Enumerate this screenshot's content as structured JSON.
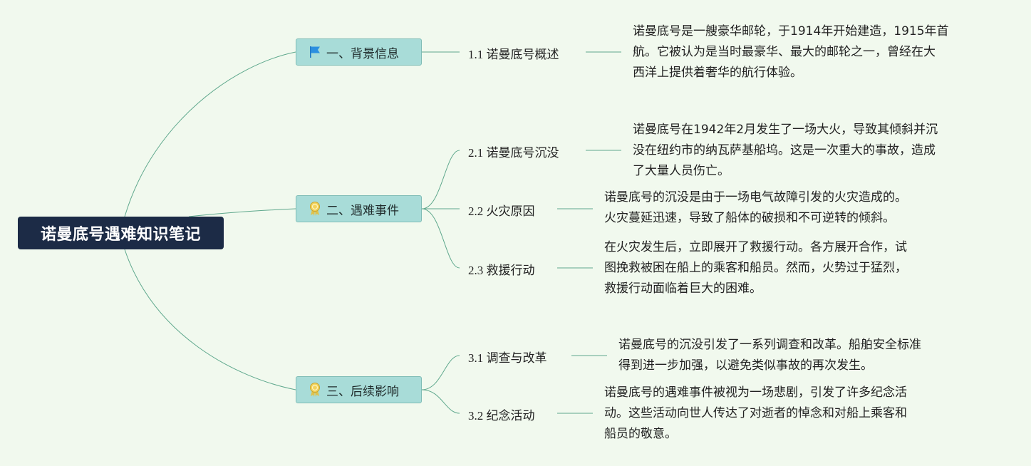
{
  "root": {
    "title": "诺曼底号遇难知识笔记"
  },
  "branches": [
    {
      "label": "一、背景信息",
      "icon": "flag-icon"
    },
    {
      "label": "二、遇难事件",
      "icon": "ribbon-icon"
    },
    {
      "label": "三、后续影响",
      "icon": "ribbon-icon"
    }
  ],
  "topics": [
    {
      "label": "1.1 诺曼底号概述",
      "note": "诺曼底号是一艘豪华邮轮，于1914年开始建造，1915年首\n航。它被认为是当时最豪华、最大的邮轮之一，曾经在大\n西洋上提供着奢华的航行体验。"
    },
    {
      "label": "2.1 诺曼底号沉没",
      "note": "诺曼底号在1942年2月发生了一场大火，导致其倾斜并沉\n没在纽约市的纳瓦萨基船坞。这是一次重大的事故，造成\n了大量人员伤亡。"
    },
    {
      "label": "2.2 火灾原因",
      "note": "诺曼底号的沉没是由于一场电气故障引发的火灾造成的。\n火灾蔓延迅速，导致了船体的破损和不可逆转的倾斜。"
    },
    {
      "label": "2.3 救援行动",
      "note": "在火灾发生后，立即展开了救援行动。各方展开合作，试\n图挽救被困在船上的乘客和船员。然而，火势过于猛烈，\n救援行动面临着巨大的困难。"
    },
    {
      "label": "3.1 调查与改革",
      "note": "诺曼底号的沉没引发了一系列调查和改革。船舶安全标准\n得到进一步加强，以避免类似事故的再次发生。"
    },
    {
      "label": "3.2 纪念活动",
      "note": "诺曼底号的遇难事件被视为一场悲剧，引发了许多纪念活\n动。这些活动向世人传达了对逝者的悼念和对船上乘客和\n船员的敬意。"
    }
  ],
  "colors": {
    "background": "#f1f9ee",
    "root": "#1c2b46",
    "branch": "#a8dcd8",
    "line": "#5fa88d"
  }
}
